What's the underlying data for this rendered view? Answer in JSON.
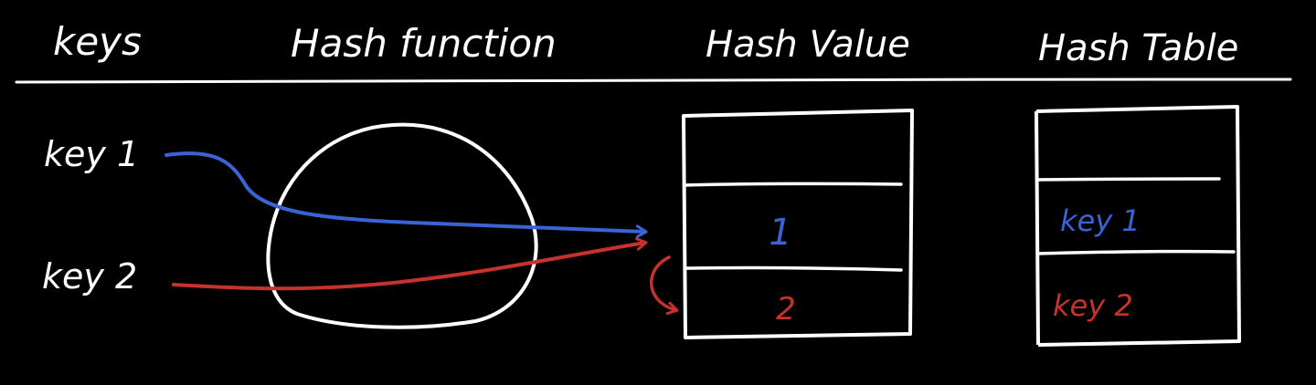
{
  "colors": {
    "background": "#000000",
    "ink": "#ffffff",
    "key1": "#3a63d6",
    "key2": "#c8322c"
  },
  "headers": {
    "keys": "keys",
    "hash_function": "Hash function",
    "hash_value": "Hash Value",
    "hash_table": "Hash Table"
  },
  "inputs": {
    "key1": "key 1",
    "key2": "key 2"
  },
  "hash_value_table": {
    "cells": [
      "",
      "1",
      "2"
    ]
  },
  "hash_table": {
    "cells": [
      "",
      "key 1",
      "key 2"
    ]
  }
}
